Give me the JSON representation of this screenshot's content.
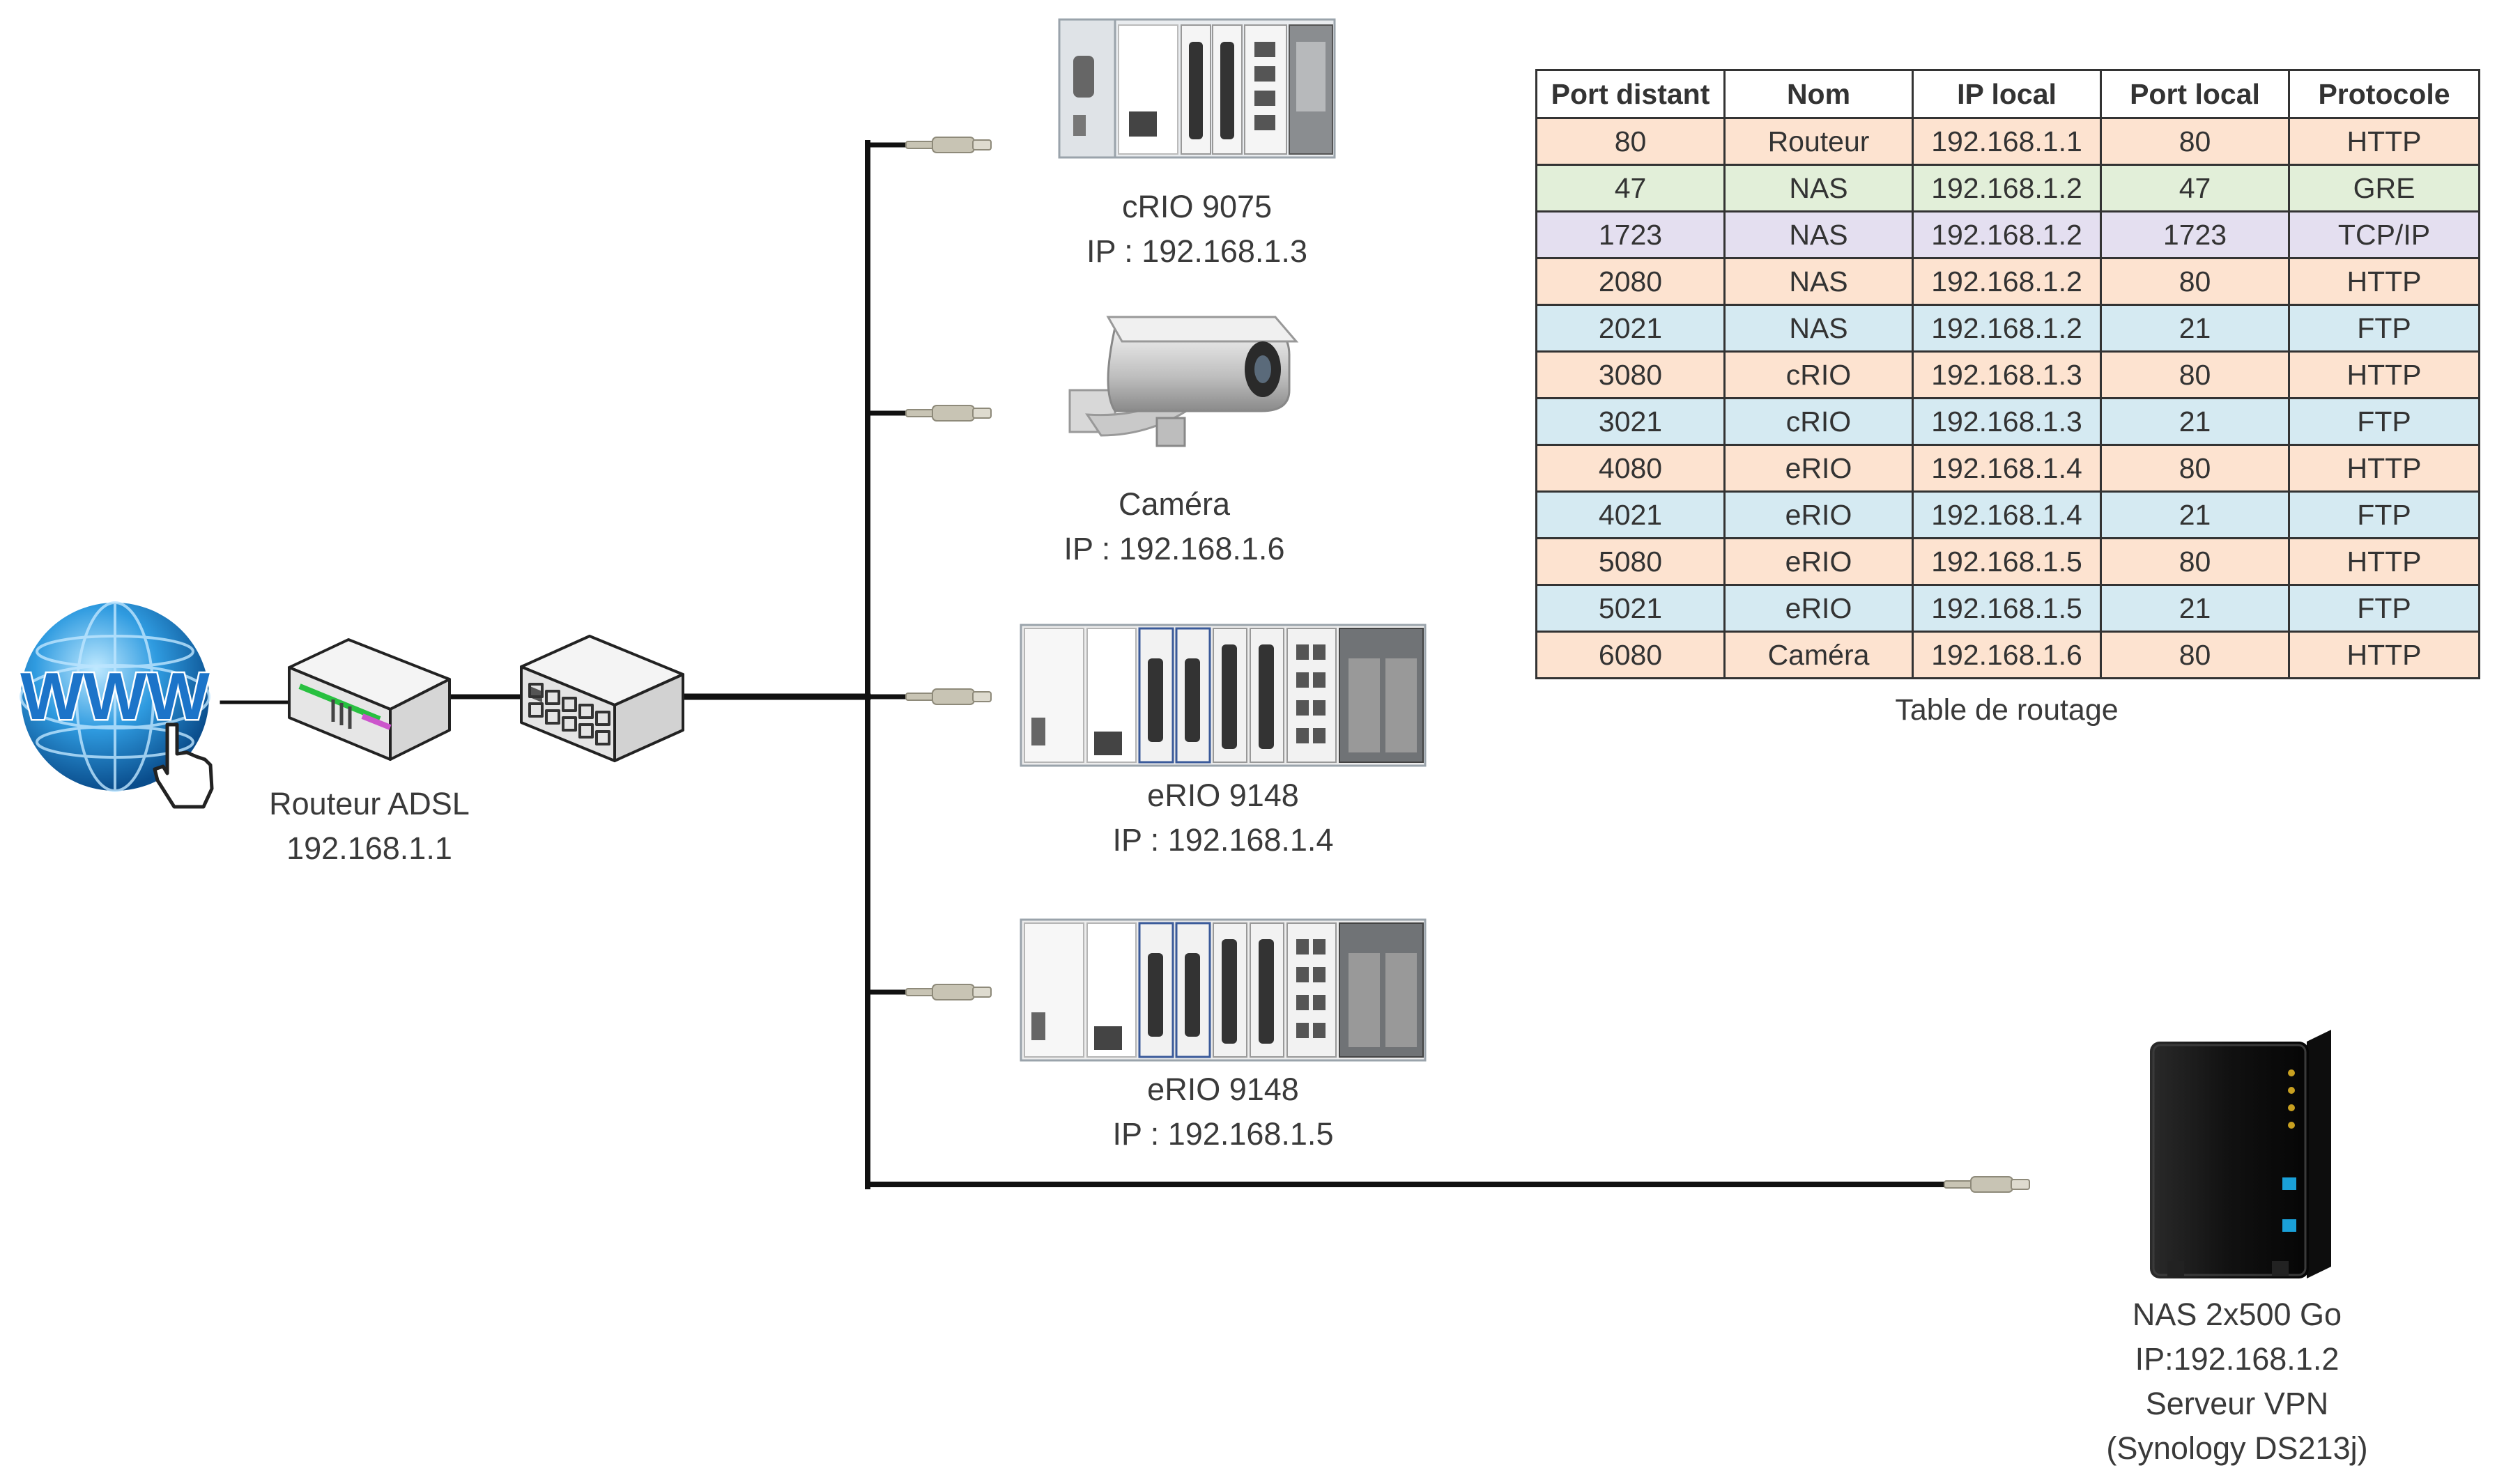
{
  "devices": {
    "crio": {
      "name": "cRIO 9075",
      "ip": "IP : 192.168.1.3"
    },
    "camera": {
      "name": "Caméra",
      "ip": "IP : 192.168.1.6"
    },
    "erio_a": {
      "name": "eRIO 9148",
      "ip": "IP : 192.168.1.4"
    },
    "erio_b": {
      "name": "eRIO 9148",
      "ip": "IP : 192.168.1.5"
    },
    "router": {
      "name": "Routeur ADSL",
      "ip": "192.168.1.1"
    },
    "internet": {
      "icon": "www-globe-icon",
      "text": "WWW"
    },
    "nas": {
      "line1": "NAS 2x500 Go",
      "line2": "IP:192.168.1.2",
      "line3": "Serveur VPN",
      "line4": "(Synology DS213j)"
    }
  },
  "routing_table": {
    "caption": "Table de routage",
    "headers": [
      "Port distant",
      "Nom",
      "IP local",
      "Port local",
      "Protocole"
    ],
    "rows": [
      [
        "80",
        "Routeur",
        "192.168.1.1",
        "80",
        "HTTP"
      ],
      [
        "47",
        "NAS",
        "192.168.1.2",
        "47",
        "GRE"
      ],
      [
        "1723",
        "NAS",
        "192.168.1.2",
        "1723",
        "TCP/IP"
      ],
      [
        "2080",
        "NAS",
        "192.168.1.2",
        "80",
        "HTTP"
      ],
      [
        "2021",
        "NAS",
        "192.168.1.2",
        "21",
        "FTP"
      ],
      [
        "3080",
        "cRIO",
        "192.168.1.3",
        "80",
        "HTTP"
      ],
      [
        "3021",
        "cRIO",
        "192.168.1.3",
        "21",
        "FTP"
      ],
      [
        "4080",
        "eRIO",
        "192.168.1.4",
        "80",
        "HTTP"
      ],
      [
        "4021",
        "eRIO",
        "192.168.1.4",
        "21",
        "FTP"
      ],
      [
        "5080",
        "eRIO",
        "192.168.1.5",
        "80",
        "HTTP"
      ],
      [
        "5021",
        "eRIO",
        "192.168.1.5",
        "21",
        "FTP"
      ],
      [
        "6080",
        "Caméra",
        "192.168.1.6",
        "80",
        "HTTP"
      ]
    ],
    "protocol_colors": {
      "HTTP": "#fde3d0",
      "GRE": "#e2efd9",
      "TCP/IP": "#e4dff0",
      "FTP": "#d5eaf2"
    }
  }
}
